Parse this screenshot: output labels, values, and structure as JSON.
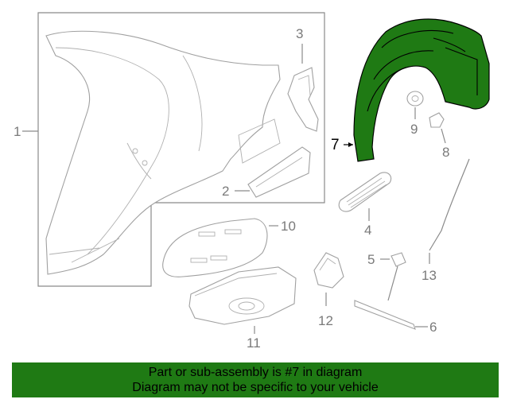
{
  "callouts": [
    {
      "id": "1",
      "label": "1"
    },
    {
      "id": "2",
      "label": "2"
    },
    {
      "id": "3",
      "label": "3"
    },
    {
      "id": "4",
      "label": "4"
    },
    {
      "id": "5",
      "label": "5"
    },
    {
      "id": "6",
      "label": "6"
    },
    {
      "id": "7",
      "label": "7"
    },
    {
      "id": "8",
      "label": "8"
    },
    {
      "id": "9",
      "label": "9"
    },
    {
      "id": "10",
      "label": "10"
    },
    {
      "id": "11",
      "label": "11"
    },
    {
      "id": "12",
      "label": "12"
    },
    {
      "id": "13",
      "label": "13"
    }
  ],
  "highlight": {
    "part": "7",
    "color": "#1f7a14"
  },
  "banner": {
    "line1": "Part or sub-assembly is #7 in diagram",
    "line2": "Diagram may not be specific to your vehicle",
    "color": "#1f7a14"
  }
}
